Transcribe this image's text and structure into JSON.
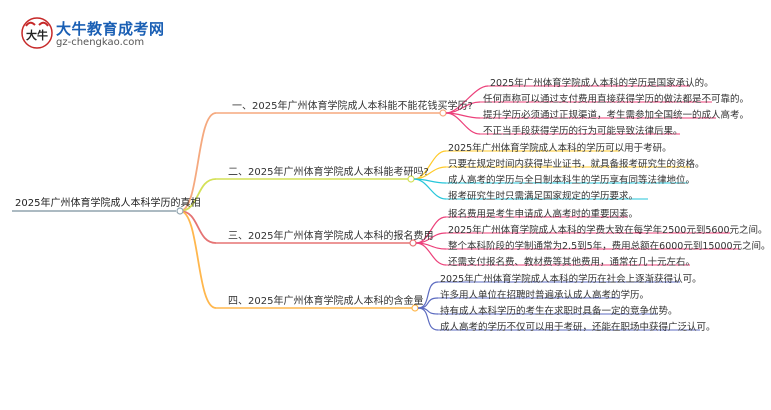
{
  "logo": {
    "title": "大牛教育成考网",
    "url": "gz-chengkao.com",
    "mark_chars": "大牛"
  },
  "colors": {
    "branch1": "#f5a97f",
    "branch2": "#d4e157",
    "branch3": "#e57373",
    "branch4": "#ffb74d",
    "leaf_b1": "#ec407a",
    "leaf_b2_a": "#ffca28",
    "leaf_b2_b": "#26c6da",
    "leaf_b3": "#ec407a",
    "leaf_b4": "#5c6bc0",
    "root_line": "#90a4ae"
  },
  "root": "2025年广州体育学院成人本科学历的真相",
  "branches": [
    {
      "label": "一、2025年广州体育学院成人本科能不能花钱买学历?",
      "leaves": [
        "2025年广州体育学院成人本科的学历是国家承认的。",
        "任何声称可以通过支付费用直接获得学历的做法都是不可靠的。",
        "提升学历必须通过正规渠道，考生需参加全国统一的成人高考。",
        "不正当手段获得学历的行为可能导致法律后果。"
      ]
    },
    {
      "label": "二、2025年广州体育学院成人本科能考研吗?",
      "leaves": [
        "2025年广州体育学院成人本科的学历可以用于考研。",
        "只要在规定时间内获得毕业证书，就具备报考研究生的资格。",
        "成人高考的学历与全日制本科生的学历享有同等法律地位。",
        "报考研究生时只需满足国家规定的学历要求。"
      ]
    },
    {
      "label": "三、2025年广州体育学院成人本科的报名费用",
      "leaves": [
        "报名费用是考生申请成人高考时的重要因素。",
        "2025年广州体育学院成人本科的学费大致在每学年2500元到5600元之间。",
        "整个本科阶段的学制通常为2.5到5年，费用总额在6000元到15000元之间。",
        "还需支付报名费、教材费等其他费用，通常在几十元左右。"
      ]
    },
    {
      "label": "四、2025年广州体育学院成人本科的含金量",
      "leaves": [
        "2025年广州体育学院成人本科的学历在社会上逐渐获得认可。",
        "许多用人单位在招聘时普遍承认成人高考的学历。",
        "持有成人本科学历的考生在求职时具备一定的竞争优势。",
        "成人高考的学历不仅可以用于考研，还能在职场中获得广泛认可。"
      ]
    }
  ]
}
